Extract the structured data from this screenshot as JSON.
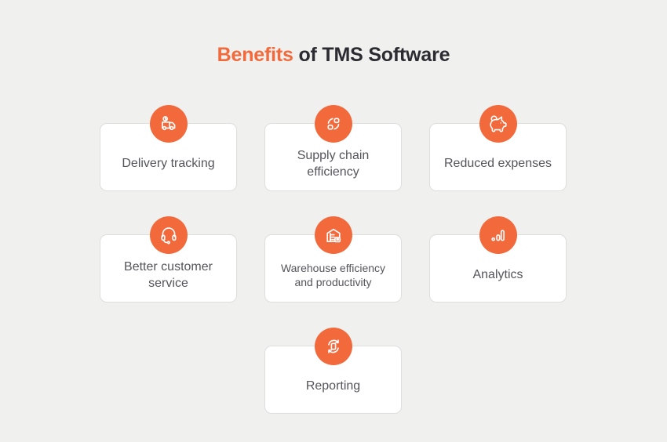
{
  "title": {
    "highlight": "Benefits",
    "rest": " of TMS Software"
  },
  "colors": {
    "accent": "#F2693C",
    "background": "#F0F0EE",
    "card_border": "#DEDEDC",
    "title_text": "#2B2B31",
    "card_text": "#54545C"
  },
  "cards": [
    {
      "label": "Delivery tracking",
      "icon": "delivery-truck-icon"
    },
    {
      "label": "Supply chain efficiency",
      "icon": "supply-chain-icon"
    },
    {
      "label": "Reduced expenses",
      "icon": "piggy-bank-icon"
    },
    {
      "label": "Better customer service",
      "icon": "headset-icon"
    },
    {
      "label": "Warehouse efficiency and productivity",
      "icon": "warehouse-icon"
    },
    {
      "label": "Analytics",
      "icon": "bar-chart-icon"
    },
    {
      "label": "Reporting",
      "icon": "sync-report-icon"
    }
  ]
}
